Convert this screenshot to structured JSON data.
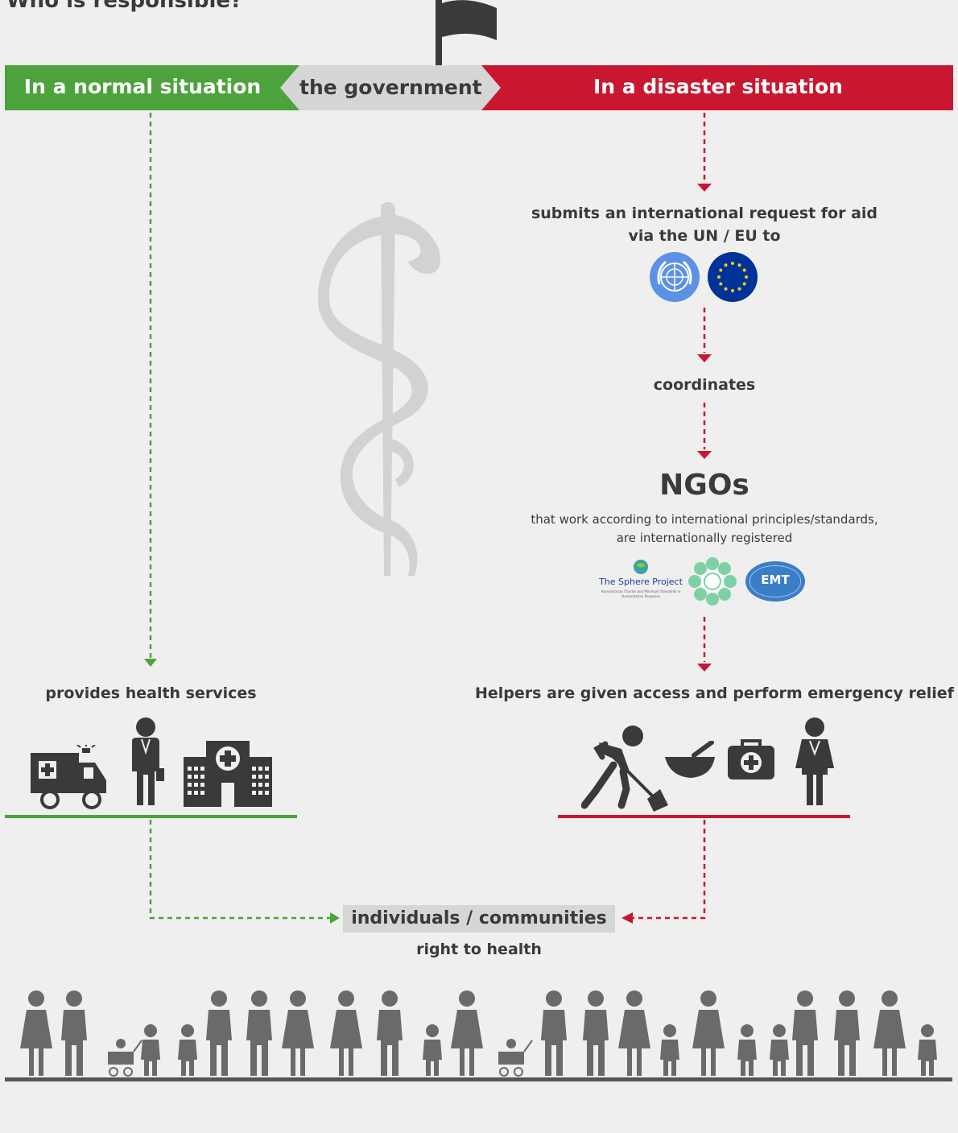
{
  "title": "Who is responsible?",
  "banner": {
    "normal": "In a normal situation",
    "government": "the government",
    "disaster": "In a disaster situation"
  },
  "disaster_flow": {
    "step1_line1": "submits an international request for aid",
    "step1_line2": "via the UN / EU to",
    "step2": "coordinates",
    "ngo_title": "NGOs",
    "ngo_line1": "that work according to international principles/standards,",
    "ngo_line2": "are internationally registered",
    "sphere_logo": "The Sphere Project",
    "sphere_sub": "Humanitarian Charter and Minimum Standards in Humanitarian Response",
    "emt_logo": "EMT",
    "step3": "Helpers are given access and perform emergency relief"
  },
  "normal_flow": {
    "step1": "provides health services"
  },
  "outcome": {
    "box": "individuals / communities",
    "sub": "right to health"
  },
  "colors": {
    "green": "#4ca23b",
    "red": "#c8172f",
    "gray": "#d6d6d6",
    "icon": "#3a3a3a",
    "people": "#6a6a6a",
    "un_blue": "#5b92e5",
    "eu_blue": "#003399",
    "eu_star": "#ffcc00"
  },
  "icons": [
    "flag-icon",
    "caduceus-icon",
    "un-emblem-icon",
    "eu-flag-icon",
    "ambulance-icon",
    "doctor-icon",
    "hospital-icon",
    "shovel-worker-icon",
    "mortar-icon",
    "first-aid-kit-icon",
    "nurse-icon",
    "people-crowd-icon"
  ]
}
